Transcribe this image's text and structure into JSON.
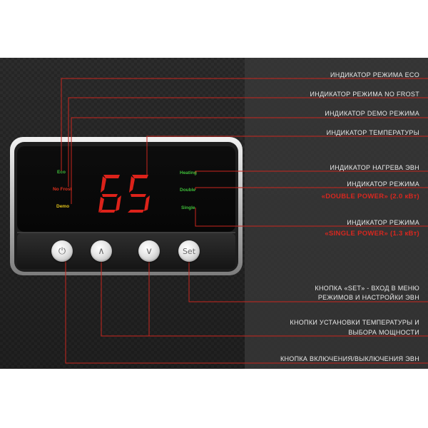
{
  "display": {
    "temperature": "65"
  },
  "indicators": {
    "eco": "Eco",
    "no_frost": "No Frost",
    "demo": "Demo",
    "heating": "Heating",
    "double": "Double",
    "single": "Single"
  },
  "buttons": {
    "power_glyph": "⏻",
    "up_glyph": "∧",
    "down_glyph": "v",
    "set_label": "Set"
  },
  "callouts": {
    "eco": "ИНДИКАТОР РЕЖИМА ECO",
    "no_frost": "ИНДИКАТОР РЕЖИМА NO FROST",
    "demo": "ИНДИКАТОР DEMO РЕЖИМА",
    "temperature": "ИНДИКАТОР ТЕМПЕРАТУРЫ",
    "heating": "ИНДИКАТОР НАГРЕВА ЭВН",
    "double_line1": "ИНДИКАТОР РЕЖИМА",
    "double_line2": "«DOUBLE POWER» (2.0 кВт)",
    "single_line1": "ИНДИКАТОР РЕЖИМА",
    "single_line2": "«SINGLE POWER» (1.3 кВт)",
    "set_line1": "КНОПКА «SET» - ВХОД В МЕНЮ",
    "set_line2": "РЕЖИМОВ И НАСТРОЙКИ ЭВН",
    "temp_buttons_line1": "КНОПКИ УСТАНОВКИ ТЕМПЕРАТУРЫ И",
    "temp_buttons_line2": "ВЫБОРА МОЩНОСТИ",
    "power_button": "КНОПКА ВКЛЮЧЕНИЯ/ВЫКЛЮЧЕНИЯ ЭВН"
  },
  "colors": {
    "background": "#262626",
    "right_panel": "#3a3a3a",
    "accent_red": "#d8271f",
    "eco_green": "#3fbf3a",
    "no_frost_red": "#e0301e",
    "demo_yellow": "#e3c41a",
    "digit_red": "#e8241b"
  }
}
